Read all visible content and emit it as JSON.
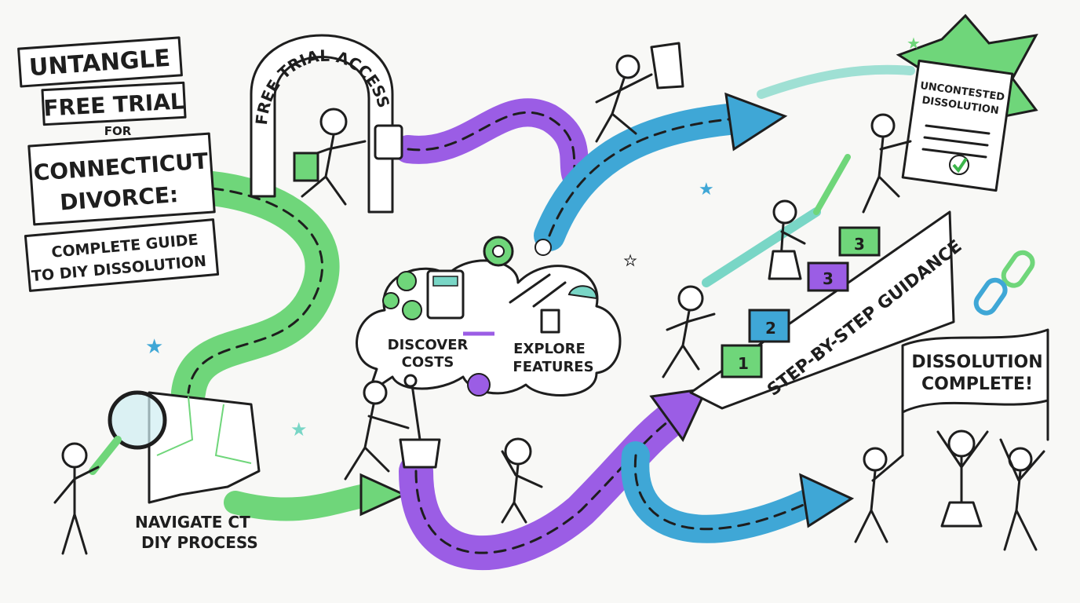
{
  "colors": {
    "green": "#6fd67a",
    "purple": "#9b5de5",
    "blue": "#3fa7d6",
    "teal": "#79d6c6",
    "ink": "#1e1e1e"
  },
  "title_banner": {
    "line1": "UNTANGLE",
    "line2": "FREE TRIAL",
    "line3": "FOR",
    "line4": "CONNECTICUT",
    "line5": "DIVORCE:",
    "line6": "COMPLETE GUIDE",
    "line7": "TO DIY DISSOLUTION"
  },
  "arch": {
    "label": "FREE TRIAL ACCESS"
  },
  "document": {
    "line1": "UNCONTESTED",
    "line2": "DISSOLUTION",
    "icon": "checkmark-icon"
  },
  "cloud": {
    "left_line1": "DISCOVER",
    "left_line2": "COSTS",
    "right_line1": "EXPLORE",
    "right_line2": "FEATURES",
    "icons": [
      "dollar-icon",
      "calculator-icon",
      "wrench-icon",
      "clipboard-icon",
      "cloud-sync-icon",
      "gear-icon"
    ]
  },
  "stairs": {
    "label": "STEP-BY-STEP GUIDANCE",
    "steps": [
      "1",
      "2",
      "3",
      "3"
    ]
  },
  "flag": {
    "line1": "DISSOLUTION",
    "line2": "COMPLETE!"
  },
  "map": {
    "line1": "NAVIGATE CT",
    "line2": "DIY PROCESS",
    "icon": "magnifier-icon"
  }
}
